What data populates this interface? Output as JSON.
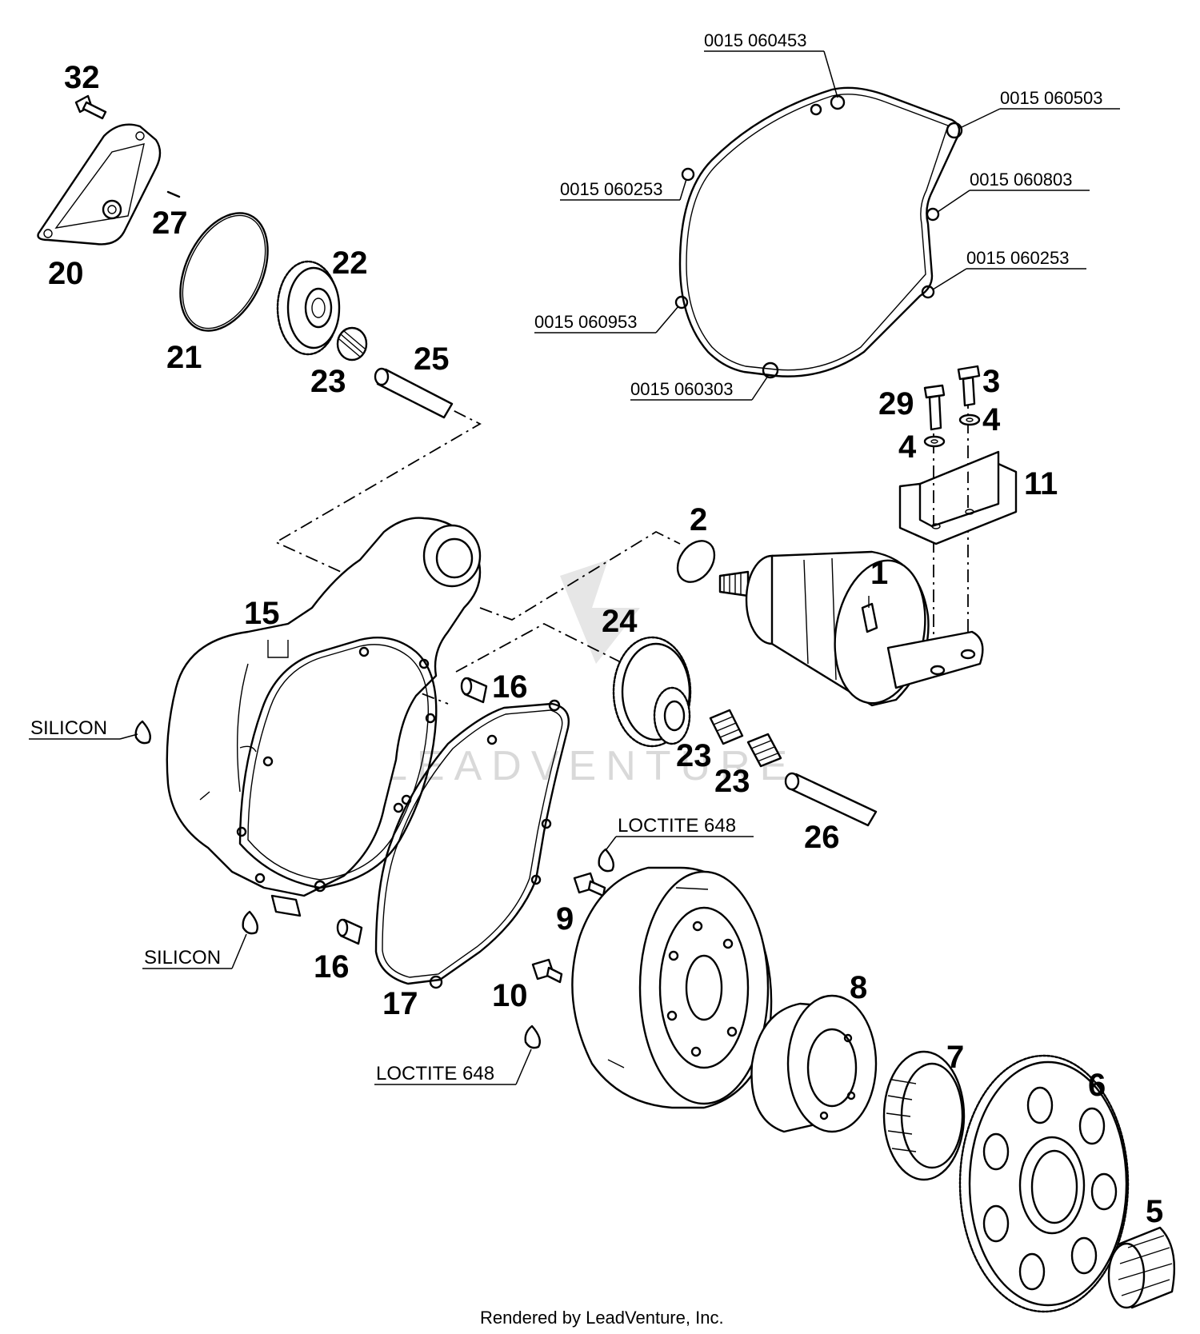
{
  "diagram": {
    "callouts": {
      "n32": "32",
      "n27": "27",
      "n20": "20",
      "n21": "21",
      "n22": "22",
      "n23a": "23",
      "n25": "25",
      "n3": "3",
      "n29": "29",
      "n4a": "4",
      "n4b": "4",
      "n11": "11",
      "n2": "2",
      "n1": "1",
      "n15": "15",
      "n24": "24",
      "n16a": "16",
      "n23b": "23",
      "n23c": "23",
      "n26": "26",
      "n9": "9",
      "n16b": "16",
      "n17": "17",
      "n10": "10",
      "n8": "8",
      "n7": "7",
      "n6": "6",
      "n5": "5"
    },
    "gasket_hole_codes": {
      "c1": "0015 060453",
      "c2": "0015 060503",
      "c3": "0015 060253",
      "c4": "0015 060803",
      "c5": "0015 060253",
      "c6": "0015 060953",
      "c7": "0015 060303"
    },
    "notes": {
      "silicon_top": "SILICON",
      "silicon_bottom": "SILICON",
      "loctite_top": "LOCTITE 648",
      "loctite_bottom": "LOCTITE 648"
    },
    "watermark": "LEADVENTURE",
    "footer": "Rendered by LeadVenture, Inc."
  }
}
